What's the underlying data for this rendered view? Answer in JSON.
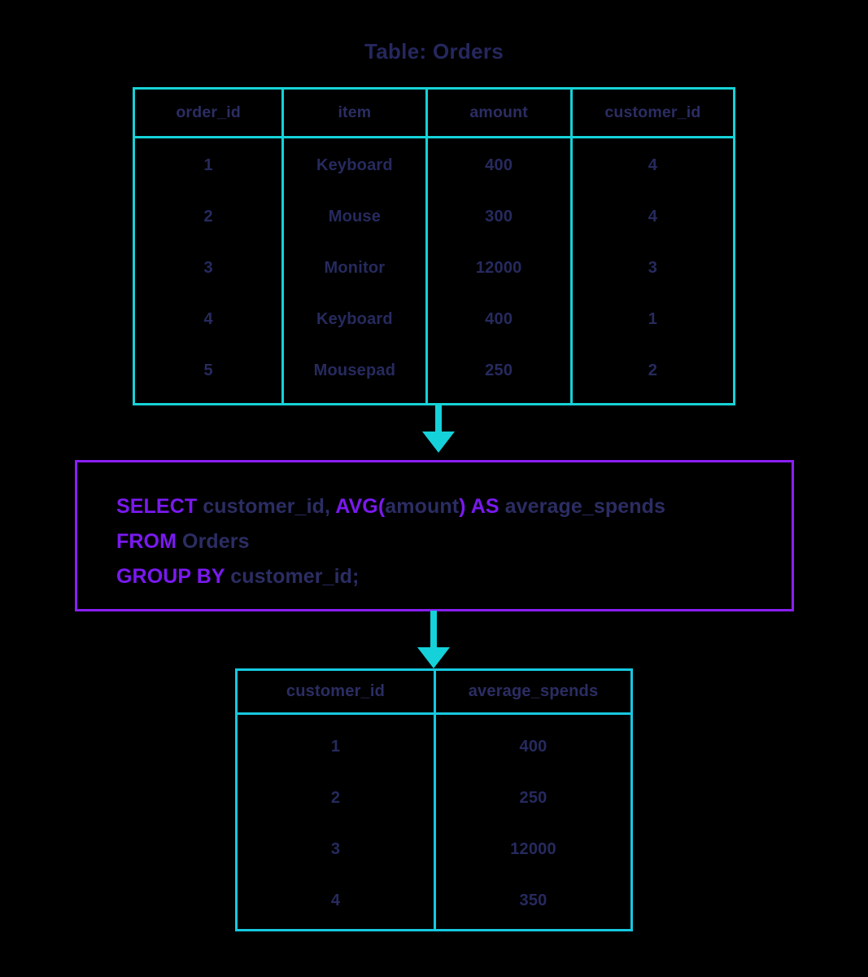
{
  "title": "Table: Orders",
  "source_table": {
    "name": "Orders",
    "columns": [
      "order_id",
      "item",
      "amount",
      "customer_id"
    ],
    "rows": [
      [
        "1",
        "Keyboard",
        "400",
        "4"
      ],
      [
        "2",
        "Mouse",
        "300",
        "4"
      ],
      [
        "3",
        "Monitor",
        "12000",
        "3"
      ],
      [
        "4",
        "Keyboard",
        "400",
        "1"
      ],
      [
        "5",
        "Mousepad",
        "250",
        "2"
      ]
    ]
  },
  "query": {
    "lines": [
      [
        {
          "text": "SELECT",
          "type": "keyword"
        },
        {
          "text": " customer_id, ",
          "type": "identifier"
        },
        {
          "text": "AVG(",
          "type": "keyword"
        },
        {
          "text": "amount",
          "type": "identifier"
        },
        {
          "text": ")",
          "type": "keyword"
        },
        {
          "text": " ",
          "type": "identifier"
        },
        {
          "text": "AS",
          "type": "keyword"
        },
        {
          "text": " average_spends",
          "type": "identifier"
        }
      ],
      [
        {
          "text": "FROM",
          "type": "keyword"
        },
        {
          "text": " Orders",
          "type": "identifier"
        }
      ],
      [
        {
          "text": "GROUP BY",
          "type": "keyword"
        },
        {
          "text": " customer_id;",
          "type": "identifier"
        }
      ]
    ],
    "plain_text": "SELECT customer_id, AVG(amount) AS average_spends\nFROM Orders\nGROUP BY customer_id;"
  },
  "result_table": {
    "columns": [
      "customer_id",
      "average_spends"
    ],
    "rows": [
      [
        "1",
        "400"
      ],
      [
        "2",
        "250"
      ],
      [
        "3",
        "12000"
      ],
      [
        "4",
        "350"
      ]
    ]
  },
  "arrows": [
    {
      "name": "arrow-table-to-query",
      "direction": "down"
    },
    {
      "name": "arrow-query-to-result",
      "direction": "down"
    }
  ],
  "colors": {
    "background": "#000000",
    "table_border": "#13d3d8",
    "result_table_border": "#16c8e0",
    "text": "#2b2d63",
    "sql_keyword": "#7a19f0",
    "sql_box_border": "#8a1ff5",
    "arrow": "#15d1d9"
  }
}
